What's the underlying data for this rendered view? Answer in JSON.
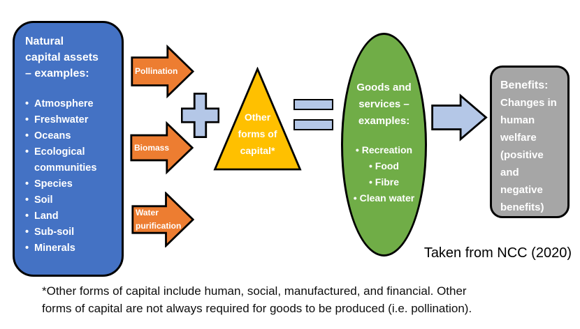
{
  "glyphs": {
    "bullet": "•"
  },
  "colors": {
    "asset_box_blue": "#4472C4",
    "service_arrow_orange": "#ED7D31",
    "operator_light_blue": "#B4C7E7",
    "capital_triangle_yellow": "#FFC000",
    "goods_ellipse_green": "#70AD47",
    "benefits_box_gray": "#A6A6A6",
    "outline_black": "#000000",
    "text_white": "#FFFFFF"
  },
  "natural_capital": {
    "title_lines": [
      "Natural",
      "capital assets",
      "– examples:"
    ],
    "items": [
      "Atmosphere",
      "Freshwater",
      "Oceans",
      "Ecological communities",
      "Species",
      "Soil",
      "Land",
      "Sub-soil",
      "Minerals"
    ]
  },
  "arrows": {
    "pollination": "Pollination",
    "biomass": "Biomass",
    "water_purification": "Water purification"
  },
  "triangle": {
    "label": "Other forms of capital*"
  },
  "goods_services": {
    "title": "Goods and services – examples:",
    "items": [
      "Recreation",
      "Food",
      "Fibre",
      "Clean water"
    ]
  },
  "benefits": {
    "title": "Benefits:",
    "body": "Changes in human welfare (positive and negative benefits)"
  },
  "source": "Taken from NCC (2020)",
  "footnote": {
    "line1": "*Other forms of capital include human, social, manufactured, and financial. Other",
    "line2": "forms of capital are not always required for goods to be produced (i.e. pollination)."
  }
}
